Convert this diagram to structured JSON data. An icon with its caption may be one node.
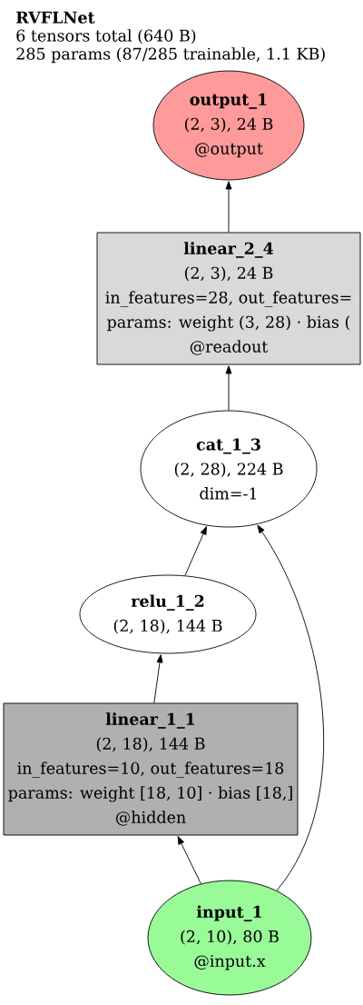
{
  "diagram": {
    "title": "RVFLNet",
    "nodes": [
      {
        "text": [
          "output_1",
          "(2, 3), 24 B",
          "@output"
        ]
      },
      {
        "text": [
          "linear_2_4",
          "(2, 3), 24 B",
          "in_features=28, out_features=",
          "params: weight (3, 28) · bias (",
          "@readout"
        ]
      },
      {
        "text": [
          "cat_1_3",
          "(2, 28), 224 B",
          "dim=-1"
        ]
      },
      {
        "text": [
          "relu_1_2",
          "(2, 18), 144 B"
        ]
      },
      {
        "text": [
          "linear_1_1",
          "(2, 18), 144 B",
          "in_features=10, out_features=18",
          "params: weight [18, 10] · bias [18,]",
          "@hidden"
        ]
      },
      {
        "text": [
          "input_1",
          "(2, 10), 80 B",
          "@input.x"
        ]
      }
    ],
    "edges": [
      {
        "from": 5,
        "to": 4,
        "arrow": "to"
      },
      {
        "from": 4,
        "to": 3,
        "arrow": "to"
      },
      {
        "from": 3,
        "to": 2,
        "arrow": "to"
      },
      {
        "from": 5,
        "to": 2,
        "arrow": "to"
      },
      {
        "from": 2,
        "to": 1,
        "arrow": "to"
      },
      {
        "from": 1,
        "to": 0,
        "arrow": "to"
      }
    ],
    "labels": [
      "6 tensors total (640 B)",
      "285 params (87/285 trainable, 1.1 KB)"
    ]
  }
}
